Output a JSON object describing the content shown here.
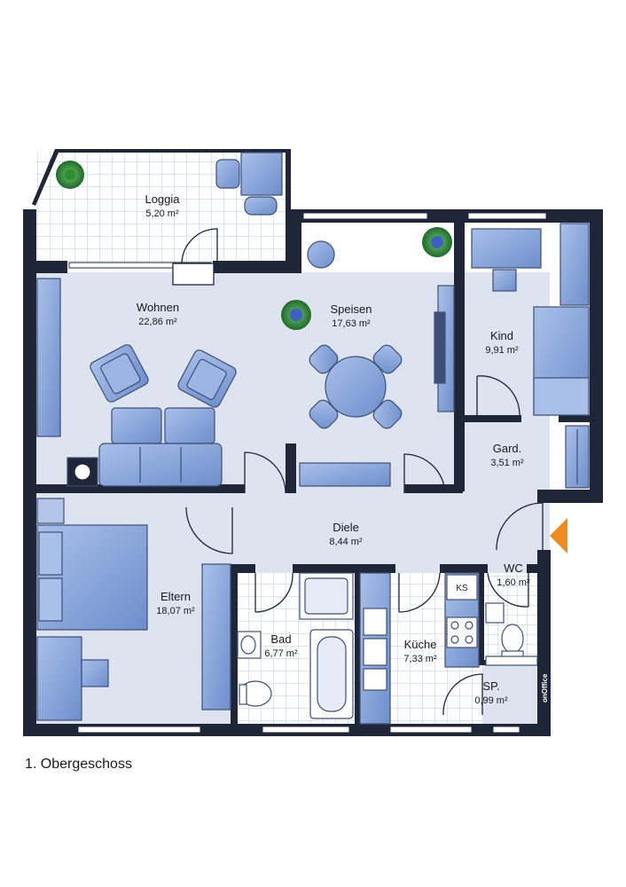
{
  "caption": "1. Obergeschoss",
  "rooms": {
    "loggia": {
      "name": "Loggia",
      "area": "5,20 m²"
    },
    "wohnen": {
      "name": "Wohnen",
      "area": "22,86 m²"
    },
    "speisen": {
      "name": "Speisen",
      "area": "17,63 m²"
    },
    "kind": {
      "name": "Kind",
      "area": "9,91 m²"
    },
    "gard": {
      "name": "Gard.",
      "area": "3,51 m²"
    },
    "diele": {
      "name": "Diele",
      "area": "8,44 m²"
    },
    "wc": {
      "name": "WC",
      "area": "1,60 m²"
    },
    "eltern": {
      "name": "Eltern",
      "area": "18,07 m²"
    },
    "bad": {
      "name": "Bad",
      "area": "6,77 m²"
    },
    "kueche": {
      "name": "Küche",
      "area": "7,33 m²"
    },
    "sp": {
      "name": "SP.",
      "area": "0,99 m²"
    }
  },
  "fixtures": {
    "fridge_label": "KS"
  },
  "logo": {
    "text": "onOffice"
  },
  "colors": {
    "wall": "#1e2637",
    "floor": "#dde3ef",
    "furniture": "#7f9fd6",
    "furniture_dark": "#3d4f76",
    "tile_line": "#b7c9ea",
    "entrance_marker": "#f08a1c",
    "plant": "#2e8b3a"
  }
}
